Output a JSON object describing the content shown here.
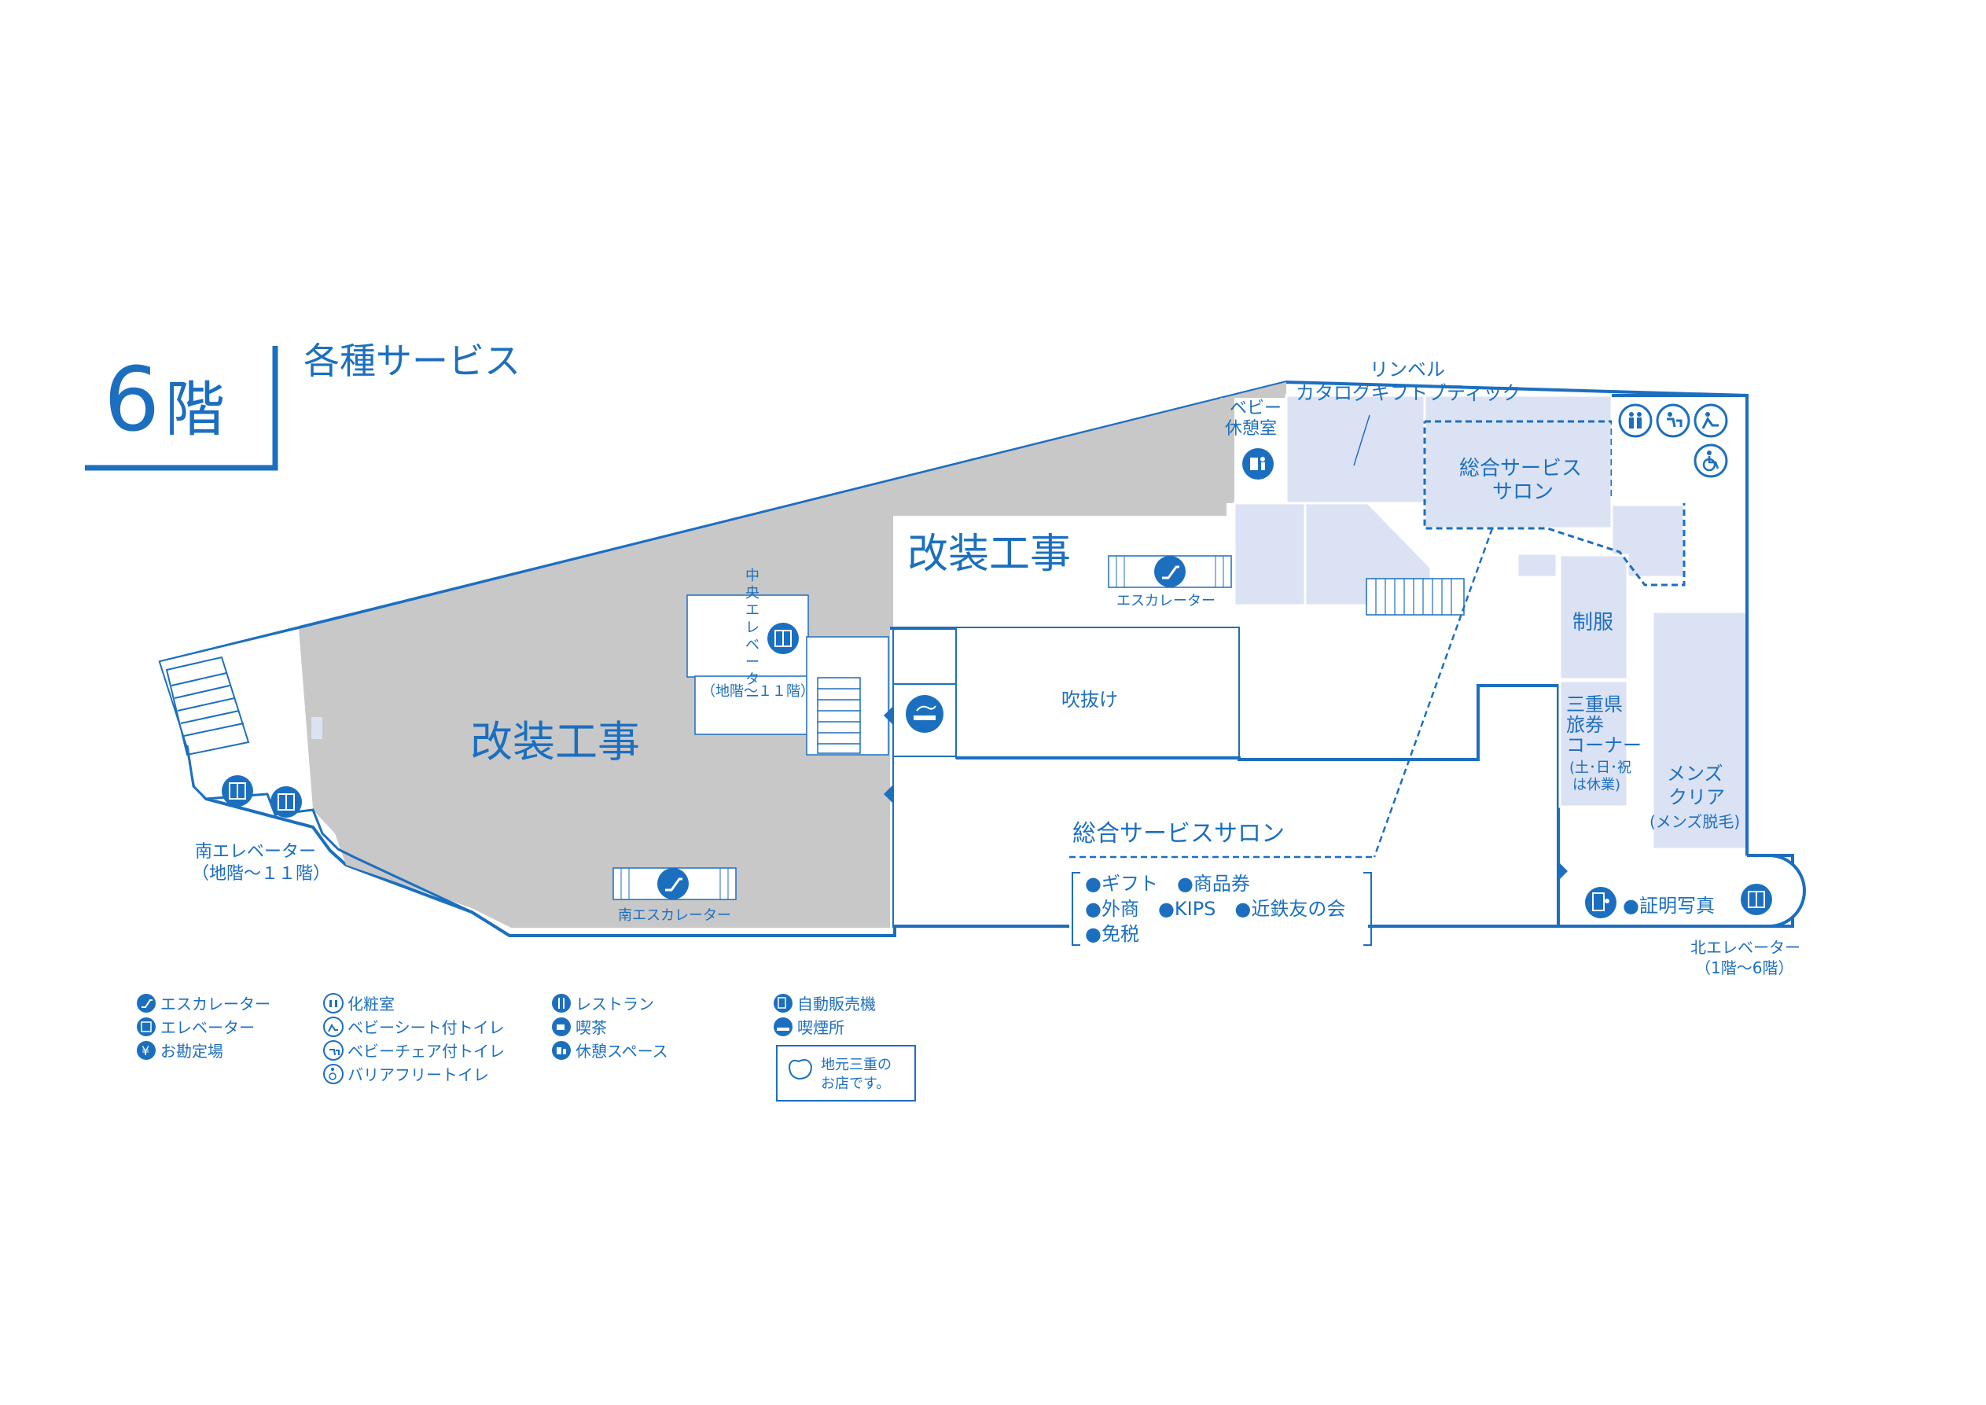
{
  "header": {
    "floor_number": "6",
    "floor_kanji": "階",
    "category": "各種サービス"
  },
  "colors": {
    "brand_blue": "#1c6fbf",
    "construction_gray": "#c8c8c8",
    "shop_fill": "#dbe2f3",
    "white": "#ffffff"
  },
  "map": {
    "construction_large": "改装工事",
    "construction_upper": "改装工事",
    "atrium": "吹抜け",
    "escalator_center": "エスカレーター",
    "escalator_south": "南エスカレーター",
    "central_elevator_vertical": [
      "中",
      "央",
      "エ",
      "レ",
      "ベ",
      "ー",
      "タ",
      "ー"
    ],
    "central_elevator_range": "（地階～１１階）",
    "south_elevator_name": "南エレベーター",
    "south_elevator_range": "（地階～１１階）",
    "north_elevator_name": "北エレベーター",
    "north_elevator_range": "（1階～6階）",
    "baby_room_line1": "ベビー",
    "baby_room_line2": "休憩室",
    "rinbel_line1": "リンベル",
    "rinbel_line2": "カタログギフトブティック",
    "salon_line1": "総合サービス",
    "salon_line2": "サロン",
    "uniform": "制服",
    "travel_line1": "三重県",
    "travel_line2": "旅券",
    "travel_line3": "コーナー",
    "travel_line4": "(土･日･祝",
    "travel_line5": "は休業)",
    "mens_line1": "メンズ",
    "mens_line2": "クリア",
    "mens_line3": "(メンズ脱毛)",
    "photo": "●証明写真"
  },
  "salon_callout": {
    "title": "総合サービスサロン",
    "row1": "●ギフト　●商品券",
    "row2": "●外商　●KIPS　●近鉄友の会",
    "row3": "●免税"
  },
  "legend": {
    "col1": [
      {
        "icon": "escalator-icon",
        "label": "エスカレーター"
      },
      {
        "icon": "elevator-icon",
        "label": "エレベーター"
      },
      {
        "icon": "yen-icon",
        "label": "お勘定場"
      }
    ],
    "col2": [
      {
        "icon": "restroom-icon",
        "label": "化粧室"
      },
      {
        "icon": "baby-seat-icon",
        "label": "ベビーシート付トイレ"
      },
      {
        "icon": "baby-chair-icon",
        "label": "ベビーチェア付トイレ"
      },
      {
        "icon": "wheelchair-icon",
        "label": "バリアフリートイレ"
      }
    ],
    "col3": [
      {
        "icon": "restaurant-icon",
        "label": "レストラン"
      },
      {
        "icon": "cafe-icon",
        "label": "喫茶"
      },
      {
        "icon": "rest-space-icon",
        "label": "休憩スペース"
      }
    ],
    "col4": [
      {
        "icon": "vending-icon",
        "label": "自動販売機"
      },
      {
        "icon": "smoking-icon",
        "label": "喫煙所"
      }
    ],
    "local_store_line1": "地元三重の",
    "local_store_line2": "お店です。"
  }
}
